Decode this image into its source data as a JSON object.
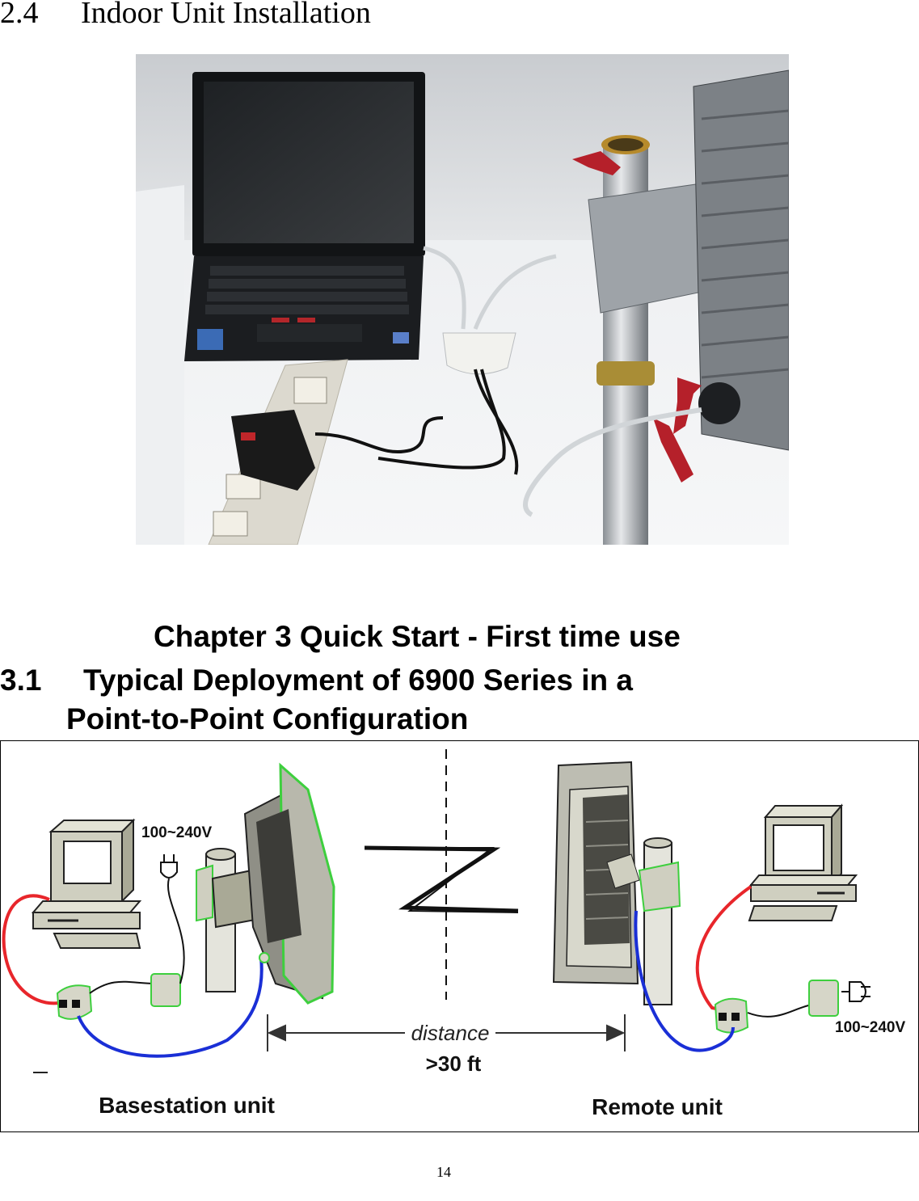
{
  "section_2_4": {
    "number": "2.4",
    "title": "Indoor Unit Installation"
  },
  "chapter": {
    "title": "Chapter 3 Quick Start - First time use"
  },
  "section_3_1": {
    "number": "3.1",
    "title_line1": "Typical Deployment of 6900 Series in a",
    "title_line2": "Point-to-Point Configuration"
  },
  "diagram": {
    "left_voltage": "100~240V",
    "right_voltage": "100~240V",
    "distance_label": "distance",
    "distance_value": ">30 ft",
    "basestation_label": "Basestation unit",
    "remote_label": "Remote unit",
    "colors": {
      "data_cable": "#e8262b",
      "poe_cable": "#1a2fd6",
      "highlight": "#3ecf3e"
    }
  },
  "page_number": "14"
}
